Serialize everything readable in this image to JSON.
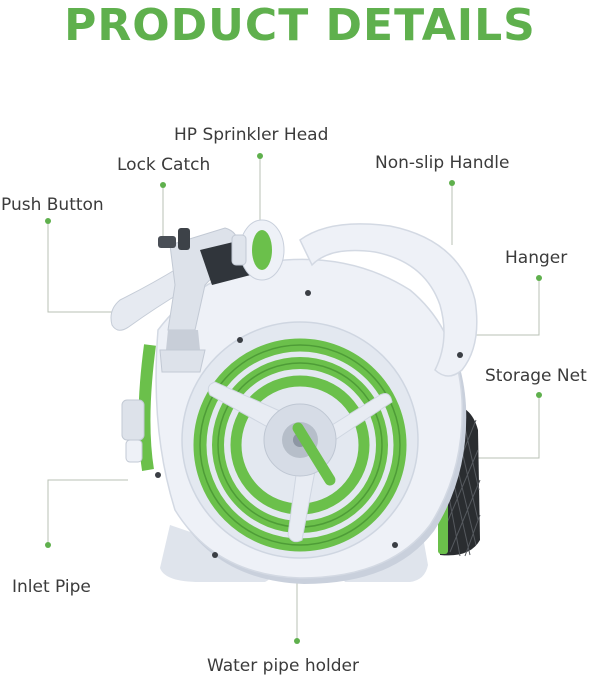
{
  "page": {
    "title": "PRODUCT DETAILS"
  },
  "colors": {
    "accent_green": "#5fb04d",
    "hose_green": "#6bc04b",
    "body_white": "#eef1f7",
    "body_shadow": "#c9d0dc",
    "leader_line": "#b9c0b5",
    "label_text": "#3b3b3b"
  },
  "labels": {
    "hp_sprinkler_head": "HP Sprinkler Head",
    "lock_catch": "Lock Catch",
    "non_slip_handle": "Non-slip Handle",
    "push_button": "Push Button",
    "hanger": "Hanger",
    "storage_net": "Storage Net",
    "inlet_pipe": "Inlet Pipe",
    "water_pipe_holder": "Water pipe holder"
  }
}
